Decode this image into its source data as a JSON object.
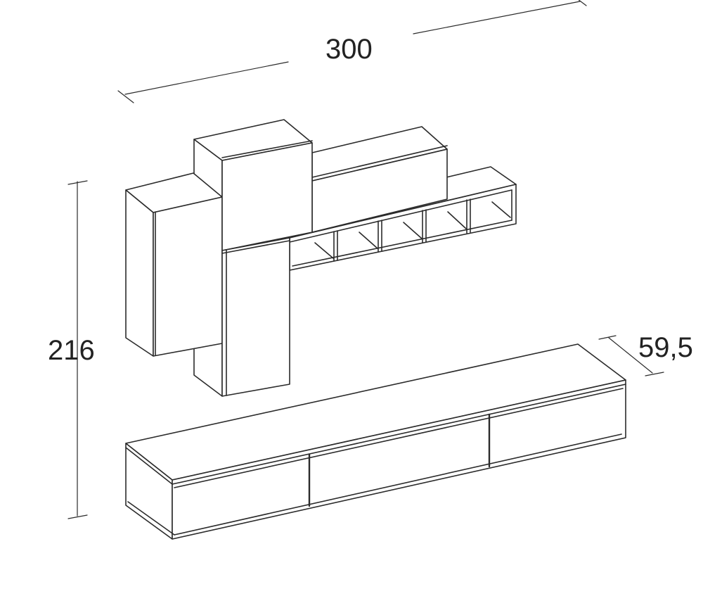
{
  "dimensions": {
    "width": "300",
    "height": "216",
    "depth": "59,5"
  }
}
